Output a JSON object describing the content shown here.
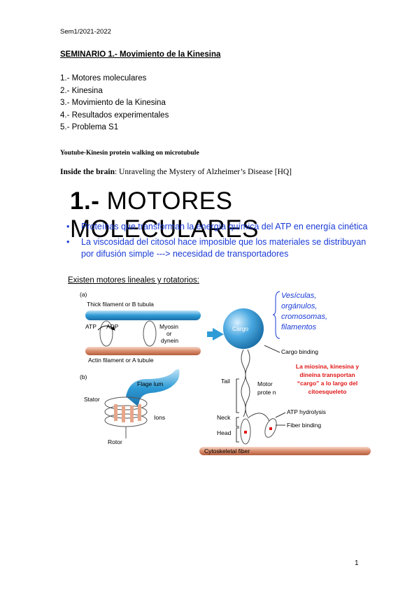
{
  "header": {
    "semester": "Sem1/2021-2022"
  },
  "title": "SEMINARIO 1.- Movimiento de la Kinesina",
  "toc": [
    "1.- Motores moleculares",
    "2.- Kinesina",
    "3.- Movimiento de la Kinesina",
    "4.- Resultados experimentales",
    "5.- Problema S1"
  ],
  "youtube_line": "Youtube-Kinesin protein walking on microtubule",
  "inside_brain": {
    "bold": "Inside the brain",
    "rest": ": Unraveling the Mystery of Alzheimer’s Disease [HQ]"
  },
  "section": {
    "number": "1.-",
    "title": "MOTORES MOLECULARES"
  },
  "bullets": [
    {
      "line1": "Proteínas que transforman la energía química del ATP en energía cinética",
      "line2": ""
    },
    {
      "line1": "La viscosidad del citosol hace imposible que los materiales se distribuyan",
      "line2": "por difusión simple ---> necesidad de transportadores"
    }
  ],
  "bullet_symbol": "•",
  "figure": {
    "heading": "Existen motores lineales y rotatorios:",
    "label_a": "(a)",
    "label_b": "(b)",
    "thick_filament": "Thick filament or B tubula",
    "atp": "ATP",
    "adp": "ADP",
    "myosin": "Myosin",
    "or": "or",
    "dynein": "dynein",
    "actin": "Actin filament or A tubule",
    "flagellum": "Flage lum",
    "stator": "Stator",
    "ions": "Ions",
    "rotor": "Rotor",
    "cargo": "Cargo",
    "cargo_binding": "Cargo binding",
    "tail": "Tail",
    "motor": "Motor",
    "protein": "prote n",
    "neck": "Neck",
    "head": "Head",
    "atp_hydrolysis": "ATP hydrolysis",
    "fiber_binding": "Fiber binding",
    "cytoskeletal": "Cytoskeletal fiber",
    "blue_note": [
      "Vesículas,",
      "orgánulos,",
      "cromosomas,",
      "filamentos"
    ],
    "red_note": [
      "La miosina, kinesina y",
      "dineína transportan",
      "“cargo” a lo largo del",
      "citoesqueleto"
    ]
  },
  "page_number": "1"
}
